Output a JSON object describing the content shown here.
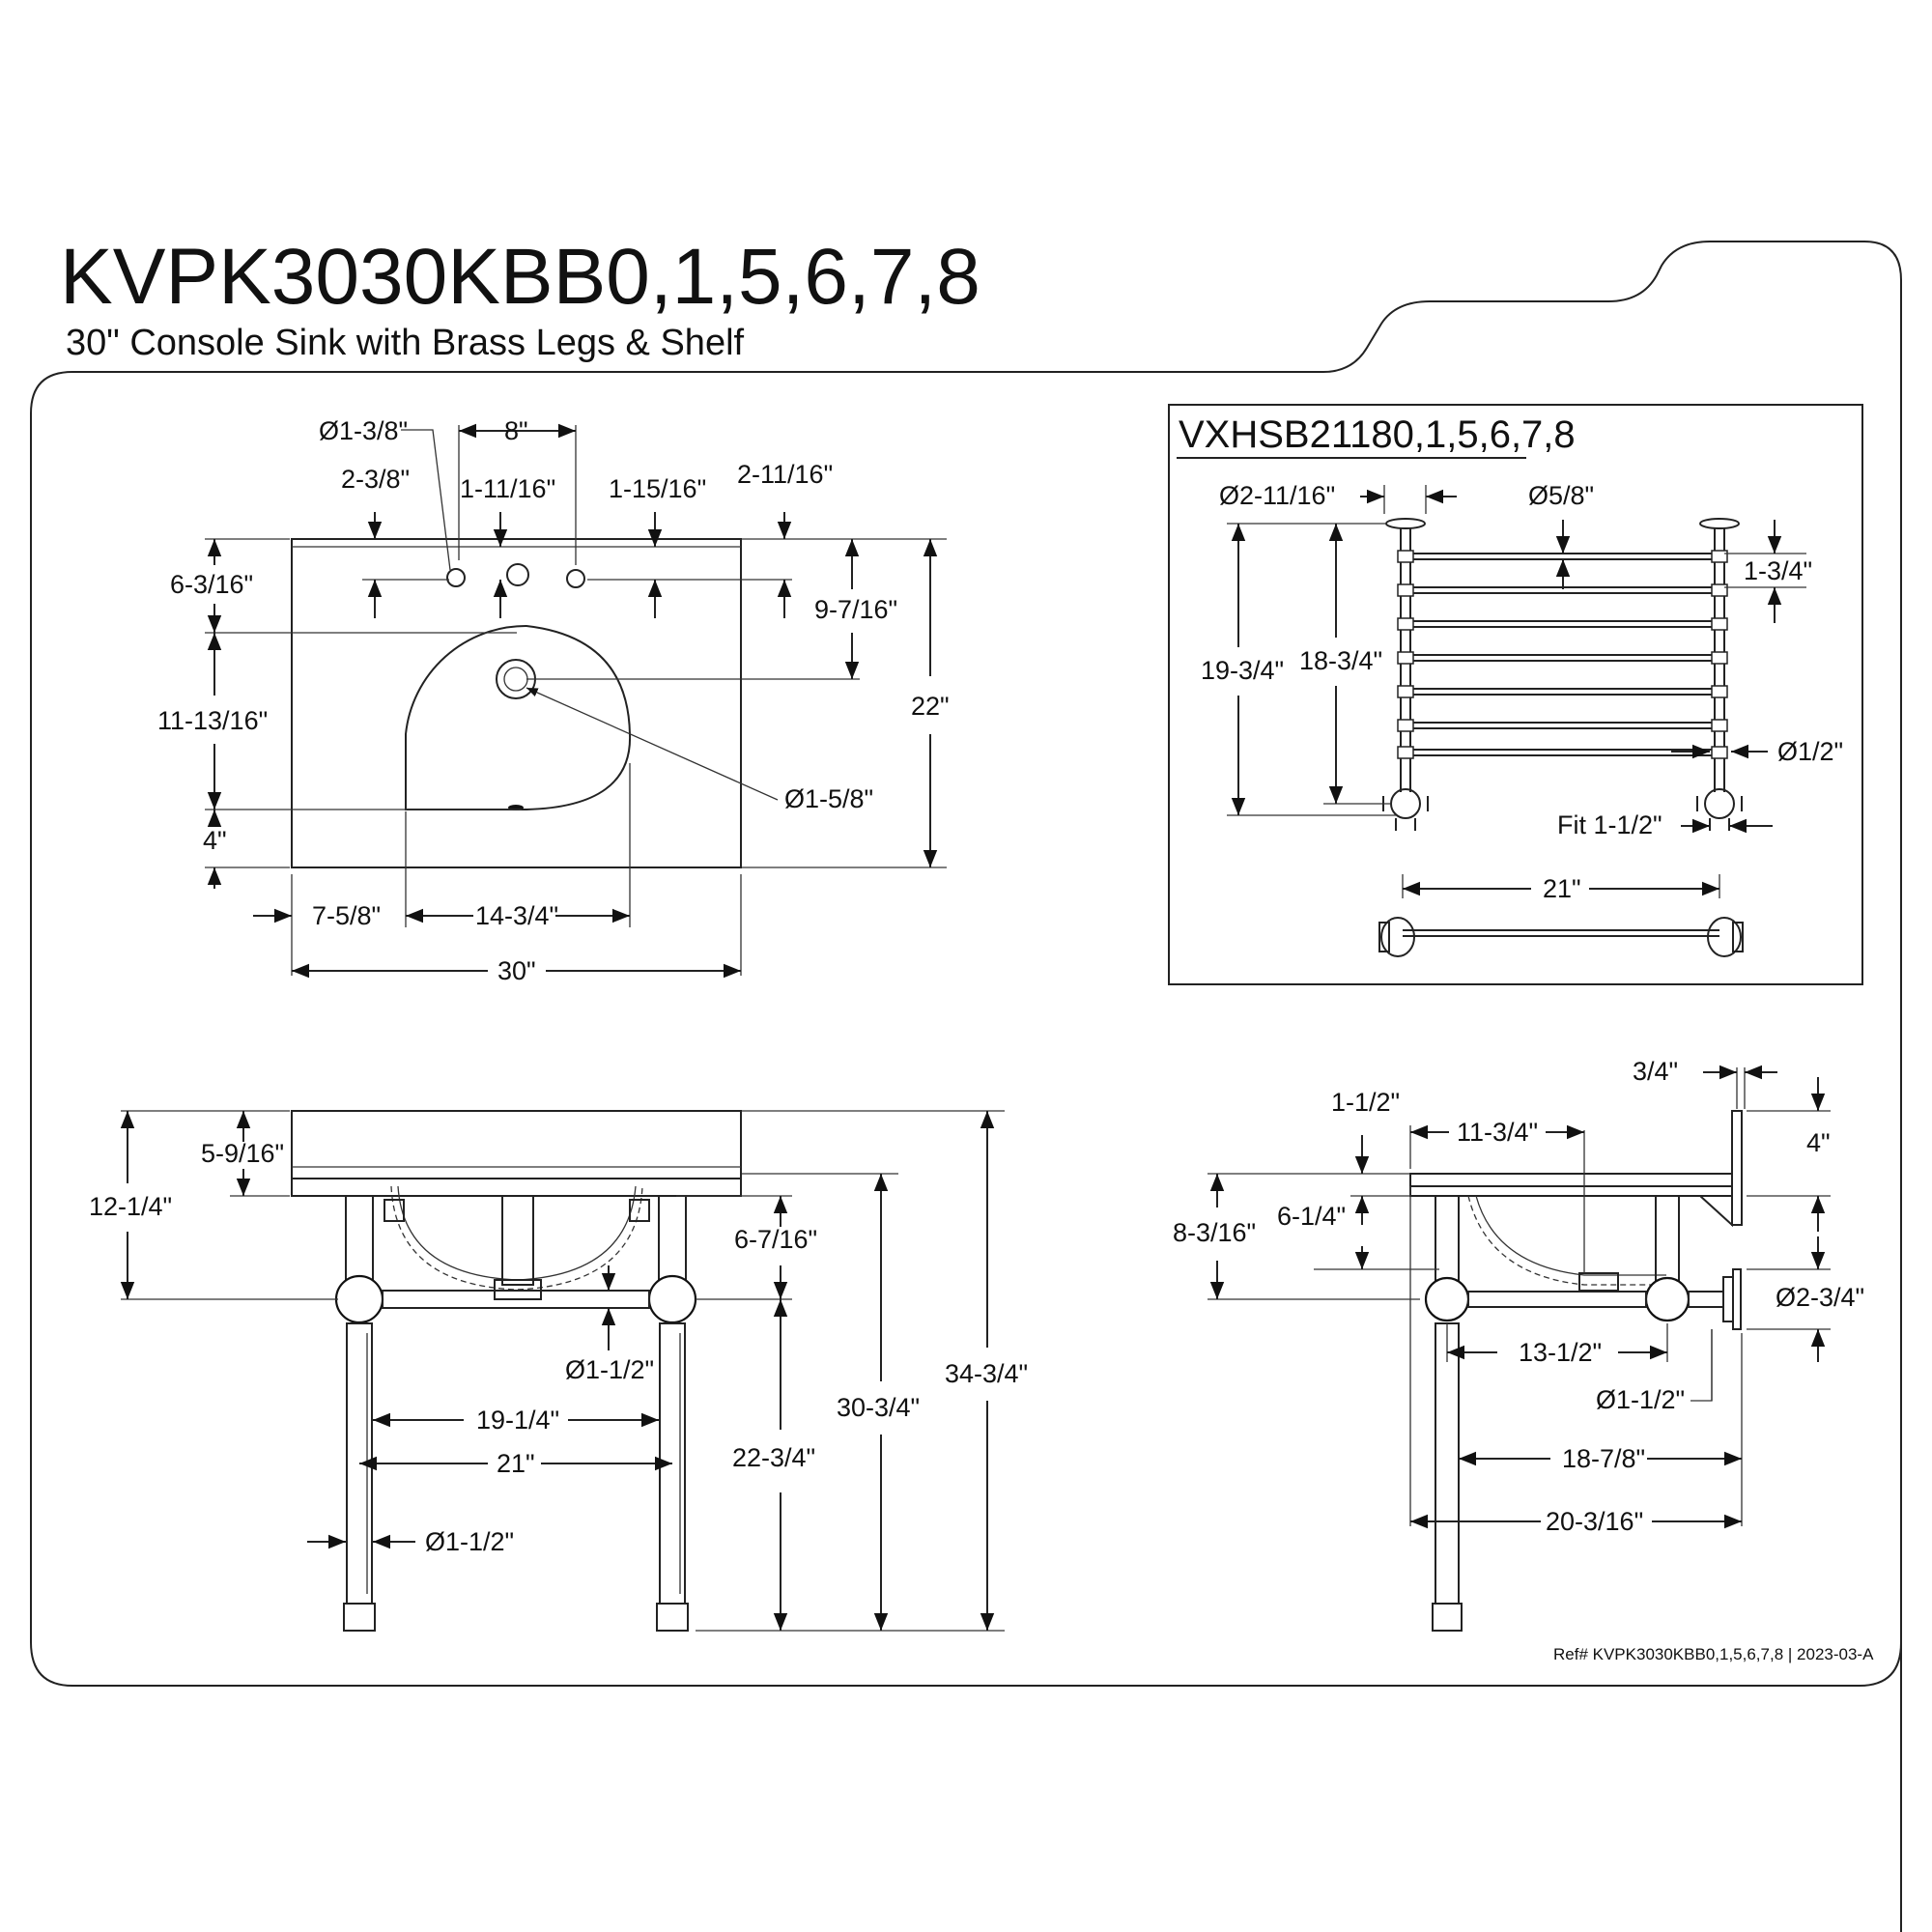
{
  "header": {
    "model": "KVPK3030KBB0,1,5,6,7,8",
    "description": "30\" Console Sink with Brass Legs & Shelf"
  },
  "shelf_panel": {
    "title": "VXHSB21180,1,5,6,7,8",
    "dims": {
      "post_dia": "Ø2-11/16\"",
      "rail_dia": "Ø5/8\"",
      "spacing": "1-3/4\"",
      "overall_height": "19-3/4\"",
      "rail_height": "18-3/4\"",
      "bar_dia": "Ø1/2\"",
      "fit": "Fit 1-1/2\"",
      "width": "21\""
    }
  },
  "top_view": {
    "dims": {
      "tap_hole_dia": "Ø1-3/8\"",
      "spread": "8\"",
      "d_2_3_8": "2-3/8\"",
      "d_1_11_16": "1-11/16\"",
      "d_1_15_16": "1-15/16\"",
      "d_2_11_16": "2-11/16\"",
      "d_6_3_16": "6-3/16\"",
      "d_9_7_16": "9-7/16\"",
      "d_11_13_16": "11-13/16\"",
      "depth": "22\"",
      "drain_dia": "Ø1-5/8\"",
      "d_4": "4\"",
      "d_7_5_8": "7-5/8\"",
      "bowl_width": "14-3/4\"",
      "width": "30\""
    }
  },
  "front_view": {
    "dims": {
      "d_5_9_16": "5-9/16\"",
      "d_12_1_4": "12-1/4\"",
      "d_6_7_16": "6-7/16\"",
      "crossbar_dia": "Ø1-1/2\"",
      "d_19_1_4": "19-1/4\"",
      "d_21": "21\"",
      "leg_dia": "Ø1-1/2\"",
      "d_22_3_4": "22-3/4\"",
      "d_30_3_4": "30-3/4\"",
      "d_34_3_4": "34-3/4\""
    }
  },
  "side_view": {
    "dims": {
      "d_3_4": "3/4\"",
      "d_1_1_2": "1-1/2\"",
      "d_11_3_4": "11-3/4\"",
      "d_4": "4\"",
      "d_8_3_16": "8-3/16\"",
      "d_6_1_4": "6-1/4\"",
      "flange_dia": "Ø2-3/4\"",
      "d_13_1_2": "13-1/2\"",
      "bar_dia": "Ø1-1/2\"",
      "d_18_7_8": "18-7/8\"",
      "d_20_3_16": "20-3/16\""
    }
  },
  "footer": {
    "reference": "Ref# KVPK3030KBB0,1,5,6,7,8 | 2023-03-A"
  }
}
